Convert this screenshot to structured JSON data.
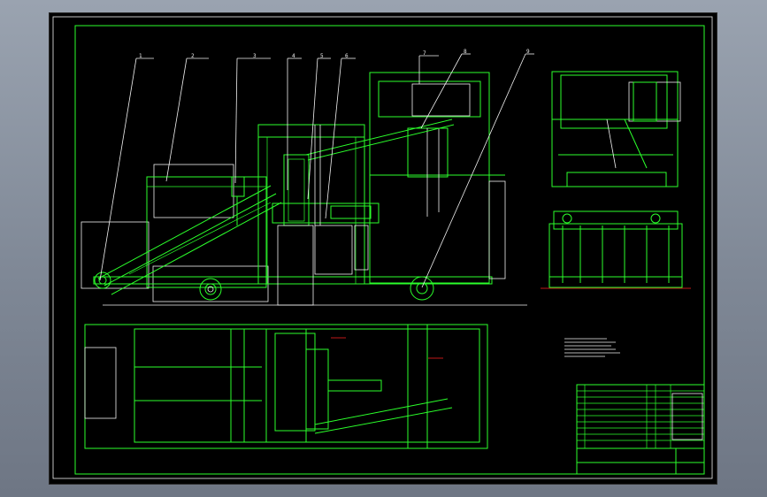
{
  "drawing": {
    "balloons": [
      "1",
      "2",
      "3",
      "4",
      "5",
      "6",
      "7",
      "8",
      "9"
    ]
  }
}
